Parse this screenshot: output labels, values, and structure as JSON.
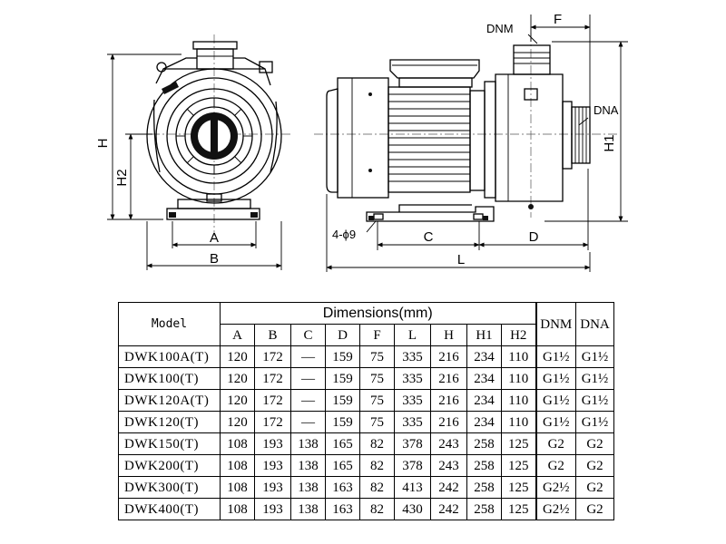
{
  "drawing": {
    "labels": {
      "H": "H",
      "H2": "H2",
      "A": "A",
      "B": "B",
      "DNM": "DNM",
      "F": "F",
      "DNA": "DNA",
      "H1": "H1",
      "holes": "4-ϕ9",
      "C": "C",
      "D": "D",
      "L": "L"
    }
  },
  "table": {
    "model_header": "Model",
    "dimensions_header": "Dimensions(mm)",
    "dnm_header": "DNM",
    "dna_header": "DNA",
    "columns": [
      "A",
      "B",
      "C",
      "D",
      "F",
      "L",
      "H",
      "H1",
      "H2"
    ],
    "rows": [
      {
        "model": "DWK100A(T)",
        "values": [
          "120",
          "172",
          "—",
          "159",
          "75",
          "335",
          "216",
          "234",
          "110"
        ],
        "dnm": "G1½",
        "dna": "G1½"
      },
      {
        "model": "DWK100(T)",
        "values": [
          "120",
          "172",
          "—",
          "159",
          "75",
          "335",
          "216",
          "234",
          "110"
        ],
        "dnm": "G1½",
        "dna": "G1½"
      },
      {
        "model": "DWK120A(T)",
        "values": [
          "120",
          "172",
          "—",
          "159",
          "75",
          "335",
          "216",
          "234",
          "110"
        ],
        "dnm": "G1½",
        "dna": "G1½"
      },
      {
        "model": "DWK120(T)",
        "values": [
          "120",
          "172",
          "—",
          "159",
          "75",
          "335",
          "216",
          "234",
          "110"
        ],
        "dnm": "G1½",
        "dna": "G1½"
      },
      {
        "model": "DWK150(T)",
        "values": [
          "108",
          "193",
          "138",
          "165",
          "82",
          "378",
          "243",
          "258",
          "125"
        ],
        "dnm": "G2",
        "dna": "G2"
      },
      {
        "model": "DWK200(T)",
        "values": [
          "108",
          "193",
          "138",
          "165",
          "82",
          "378",
          "243",
          "258",
          "125"
        ],
        "dnm": "G2",
        "dna": "G2"
      },
      {
        "model": "DWK300(T)",
        "values": [
          "108",
          "193",
          "138",
          "163",
          "82",
          "413",
          "242",
          "258",
          "125"
        ],
        "dnm": "G2½",
        "dna": "G2"
      },
      {
        "model": "DWK400(T)",
        "values": [
          "108",
          "193",
          "138",
          "163",
          "82",
          "430",
          "242",
          "258",
          "125"
        ],
        "dnm": "G2½",
        "dna": "G2"
      }
    ]
  }
}
